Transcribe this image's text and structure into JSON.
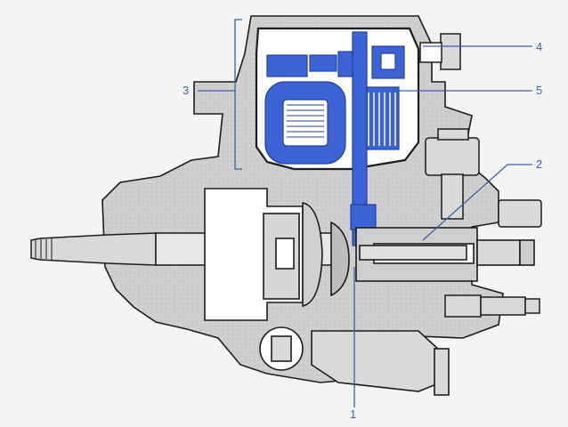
{
  "diagram": {
    "callouts": [
      {
        "id": "1",
        "label": "1"
      },
      {
        "id": "2",
        "label": "2"
      },
      {
        "id": "3",
        "label": "3"
      },
      {
        "id": "4",
        "label": "4"
      },
      {
        "id": "5",
        "label": "5"
      }
    ],
    "colors": {
      "housing": "#cfcfcf",
      "housing_dark": "#a9a9a9",
      "outline": "#1c1c1c",
      "cavity": "#ffffff",
      "highlight": "#3b63d6",
      "highlight_dark": "#233f9a",
      "leader": "#3a5fa8"
    }
  }
}
